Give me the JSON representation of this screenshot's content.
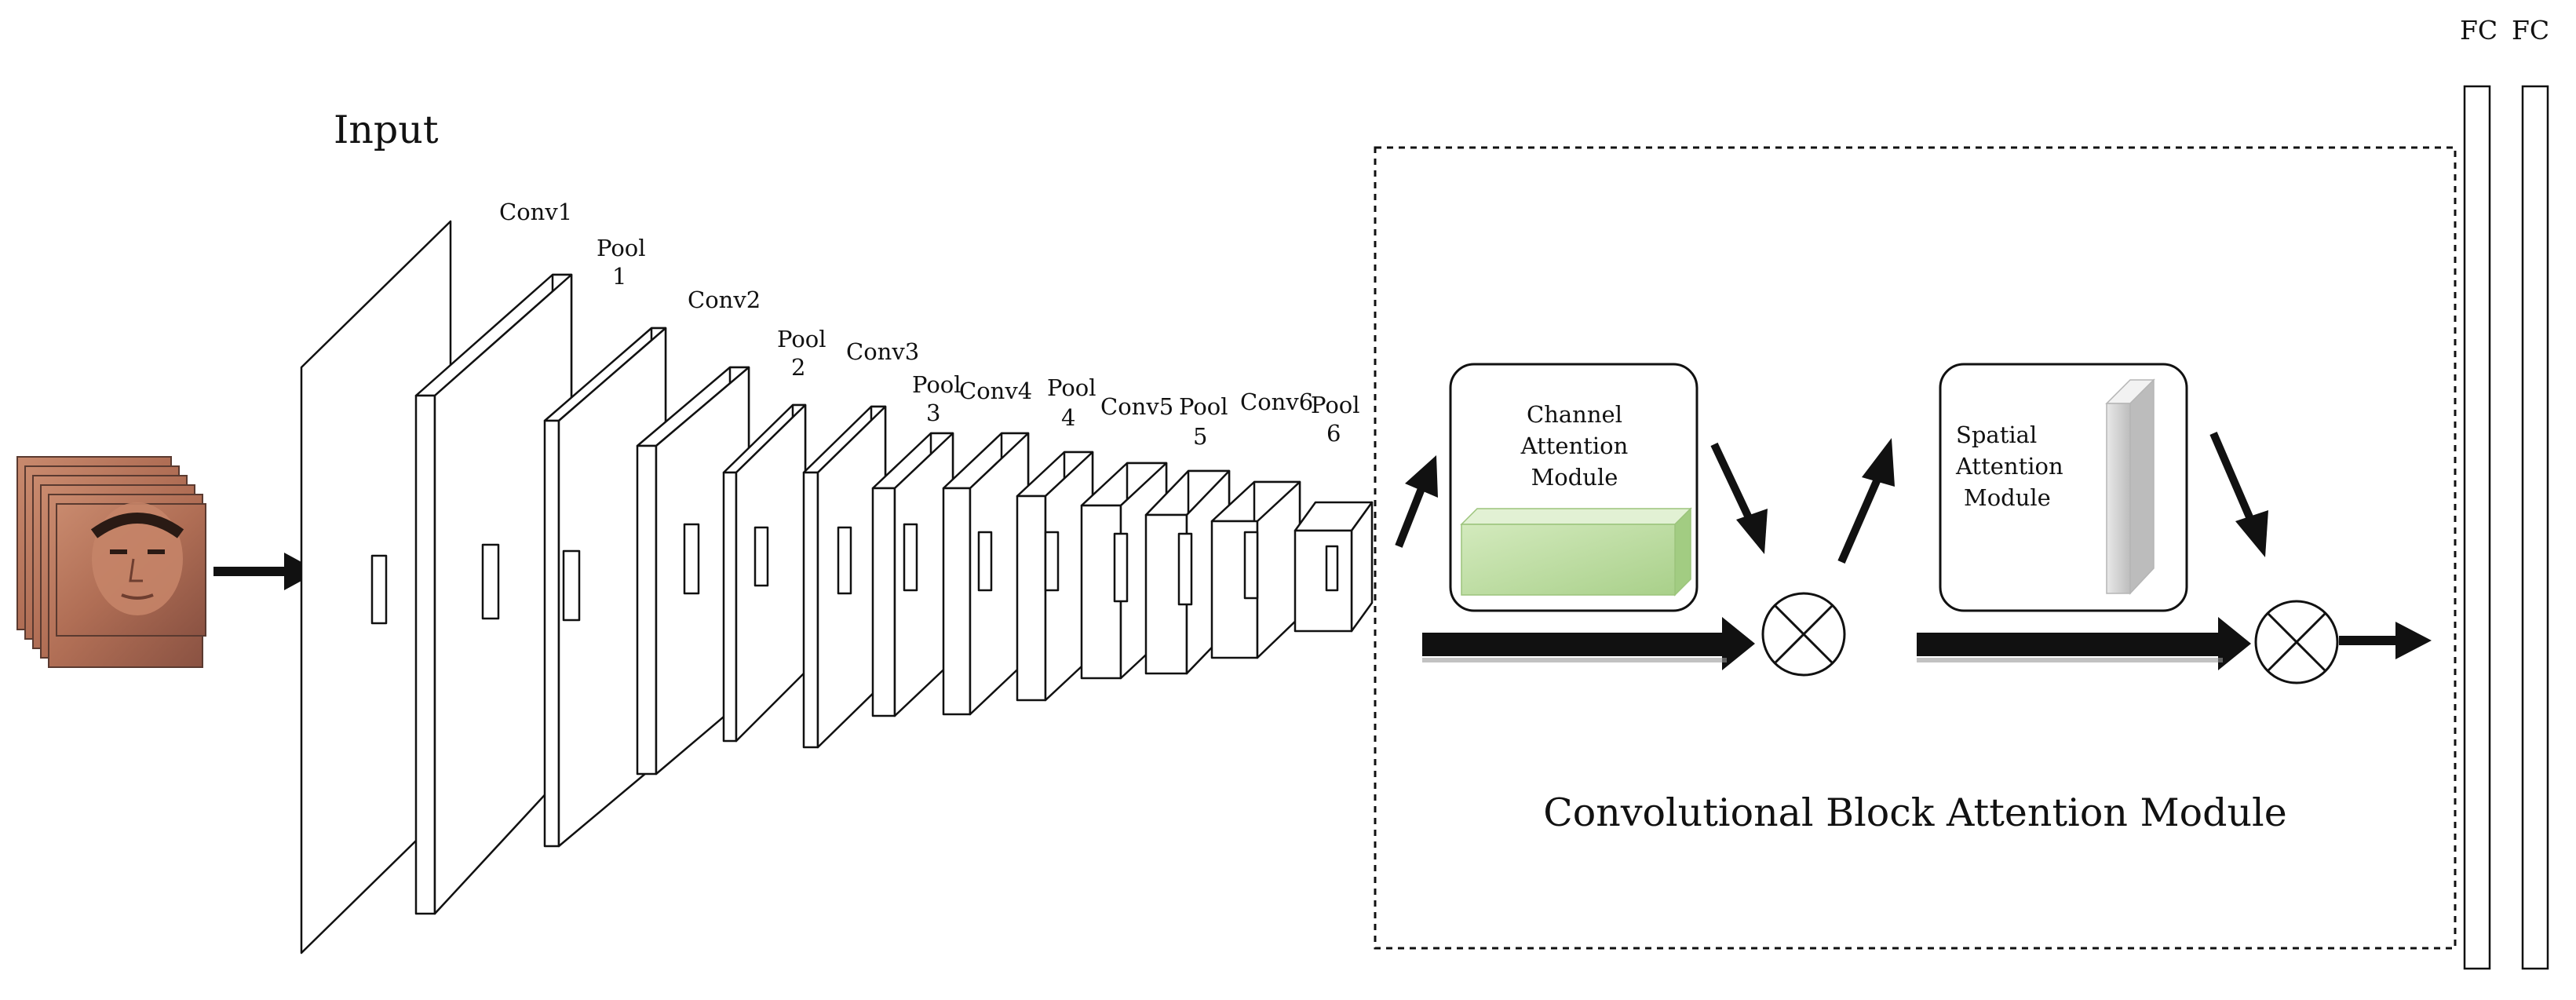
{
  "labels": {
    "input": "Input",
    "conv1": "Conv1",
    "pool1_line1": "Pool",
    "pool1_line2": "1",
    "conv2": "Conv2",
    "pool2_line1": "Pool",
    "pool2_line2": "2",
    "conv3": "Conv3",
    "pool3_line1": "Pool",
    "pool3_line2": "3",
    "conv4": "Conv4",
    "pool4_line1": "Pool",
    "pool4_line2": "4",
    "conv5": "Conv5",
    "pool5_line1": "Pool",
    "pool5_line2": "5",
    "conv6": "Conv6",
    "pool6_line1": "Pool",
    "pool6_line2": "6",
    "fc1": "FC",
    "fc2": "FC"
  },
  "cbam": {
    "title": "Convolutional Block Attention Module",
    "channel_line1": "Channel",
    "channel_line2": "Attention",
    "channel_line3": "Module",
    "spatial_line1": "Spatial",
    "spatial_line2": "Attention",
    "spatial_line3": "Module"
  },
  "icons": {
    "input_image": "face-image-stack-icon",
    "multiply": "element-wise-multiply-icon"
  },
  "colors": {
    "channel_feature": "#c4e2aa",
    "spatial_feature": "#d2d2d2",
    "line": "#111111"
  }
}
